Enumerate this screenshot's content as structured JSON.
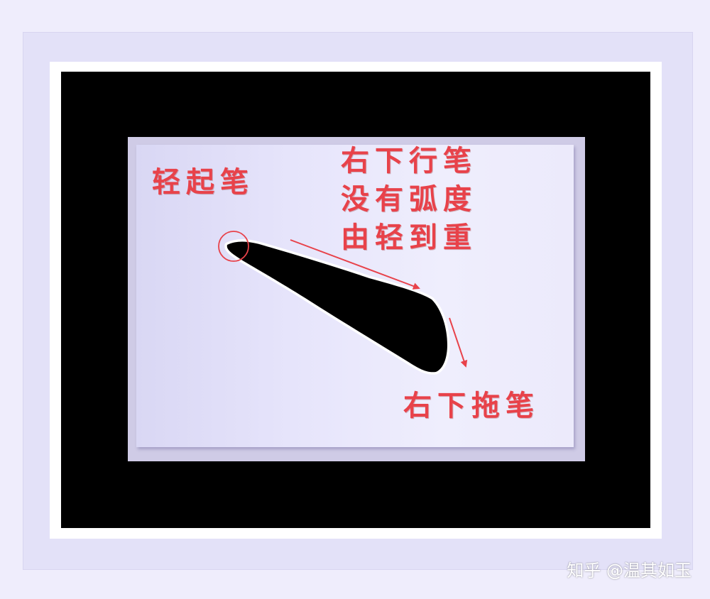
{
  "labels": {
    "light_start": "轻起笔",
    "lines": [
      "右下行笔",
      "没有弧度",
      "由轻到重"
    ],
    "drag_end": "右下拖笔"
  },
  "watermark": "知乎 @温其如玉",
  "colors": {
    "annotation": "#e8424a",
    "stroke_ink": "#000000",
    "mat_black": "#000000",
    "frame": "#e3e1f8"
  },
  "icons": [
    "circle-marker",
    "arrow-right-down",
    "arrow-down"
  ]
}
